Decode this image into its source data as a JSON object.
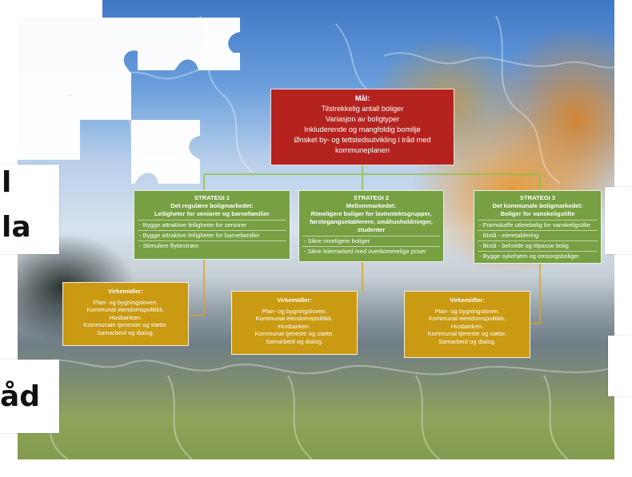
{
  "goal": {
    "title": "Mål:",
    "lines": [
      "Tilstrekkelig antall boliger",
      "Variasjon av boligtyper",
      "Inkluderende og mangfoldig bomiljø",
      "Ønsket by- og tettstedsutvikling i tråd med kommuneplanen"
    ]
  },
  "strategies": [
    {
      "label": "STRATEGI 1",
      "market": "Det regulære boligmarkedet:",
      "target": "Leiligheter for seniorer og barnefamilier",
      "items": [
        "- Bygge attraktive leiligheter for seniorer",
        "- Bygge attraktive leiligheter for barnefamilier",
        "- Stimulere flyttestrøm"
      ]
    },
    {
      "label": "STRATEGI 2",
      "market": "Mellommarkedet:",
      "target": "Rimeligere boliger for lavinntektsgrupper, førstegangsetablerere, småhusholdninger, studenter",
      "items": [
        "- Sikre rimeligere boliger",
        "- Sikre leiemarked med overkommelige priser"
      ]
    },
    {
      "label": "STRATEGI 3",
      "market": "Det kommunale boligmarkedet:",
      "target": "Boliger for vanskeligstilte",
      "items": [
        "- Framskaffe utleiebolig for vanskeligstilte",
        "- Bistå - eieretablering",
        "- Bistå - beholde og tilpasse bolig",
        "- Bygge sykehjem og omsorgsboliger"
      ]
    }
  ],
  "means": [
    {
      "title": "Virkemidler:",
      "lines": [
        "Plan- og bygningsloven.",
        "Kommunal eiendomspolitikk.",
        "Husbanken.",
        "Kommunale tjenester og støtte.",
        "Samarbeid og dialog."
      ]
    },
    {
      "title": "Virkemidler:",
      "lines": [
        "Plan- og bygningsloven.",
        "Kommunal eiendomspolitikk.",
        "Husbanken.",
        "Kommunal tjeneste og støtte.",
        "Samarbeid og dialog."
      ]
    },
    {
      "title": "Virkemidler:",
      "lines": [
        "Plan- og bygningsloven.",
        "Kommunal eiendomspolitikk.",
        "Husbanken.",
        "Kommunal tjeneste og støtte.",
        "Samarbeid og dialog."
      ]
    }
  ],
  "side_fragments": {
    "left_top_1": "l",
    "left_top_2": "la",
    "left_bottom": "åd"
  },
  "colors": {
    "goal": "#b5231f",
    "strategy": "#77a043",
    "means": "#c99a12",
    "connector_goal": "#8fbf3f",
    "connector_means": "#d7a51c"
  }
}
